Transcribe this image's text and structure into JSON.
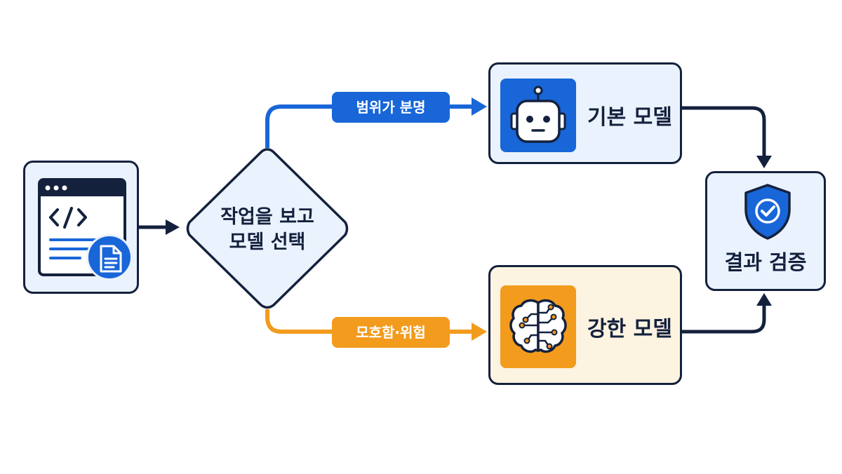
{
  "diagram": {
    "decision": {
      "line1": "작업을 보고",
      "line2": "모델 선택"
    },
    "branches": {
      "clear": {
        "label": "범위가 분명",
        "color": "#1866d8"
      },
      "risky": {
        "label": "모호함·위험",
        "color": "#f29b1d"
      }
    },
    "models": {
      "basic": {
        "label": "기본 모델",
        "icon": "robot-icon"
      },
      "strong": {
        "label": "강한 모델",
        "icon": "brain-circuit-icon"
      }
    },
    "verify": {
      "label": "결과 검증",
      "icon": "shield-check-icon"
    },
    "source": {
      "icons": [
        "code-window-icon",
        "document-icon"
      ]
    },
    "colors": {
      "outline": "#14213d",
      "blue": "#1866d8",
      "orange": "#f29b1d",
      "card_blue": "#eaf2fd",
      "card_orange": "#fdf3e1"
    }
  }
}
